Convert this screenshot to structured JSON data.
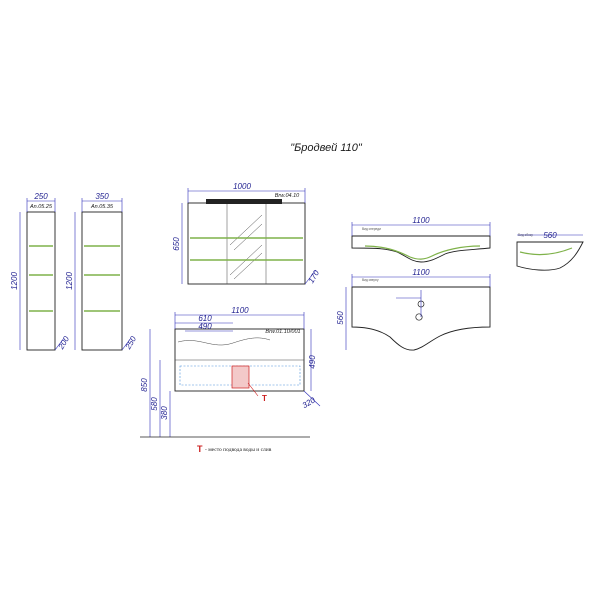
{
  "title": "\"Бродвей 110\"",
  "note": {
    "marker": "T",
    "text": "- место подвода воды и слив"
  },
  "views": {
    "pencil_narrow": {
      "width": "250",
      "code": "An.05.25",
      "height": "1200",
      "depth": "200"
    },
    "pencil_wide": {
      "width": "350",
      "code": "An.05.35",
      "height": "1200",
      "depth": "250"
    },
    "mirror_cabinet": {
      "width": "1000",
      "code": "Brw.04.10",
      "height": "650",
      "depth": "170"
    },
    "vanity": {
      "width": "1100",
      "inner_width": "610",
      "drawer_width": "490",
      "code": "Brw.01.10/001",
      "height_body": "490",
      "height_floor": "850",
      "height_580": "580",
      "height_380": "380",
      "depth": "320",
      "marker": "T"
    },
    "basin_side": {
      "width": "1100",
      "depth": "560"
    },
    "basin_top": {
      "width": "1100",
      "depth": "560"
    }
  },
  "colors": {
    "dimension": "#2c2cb8",
    "shelf_highlight": "#7fb24a",
    "marker": "#cc1f1f"
  }
}
